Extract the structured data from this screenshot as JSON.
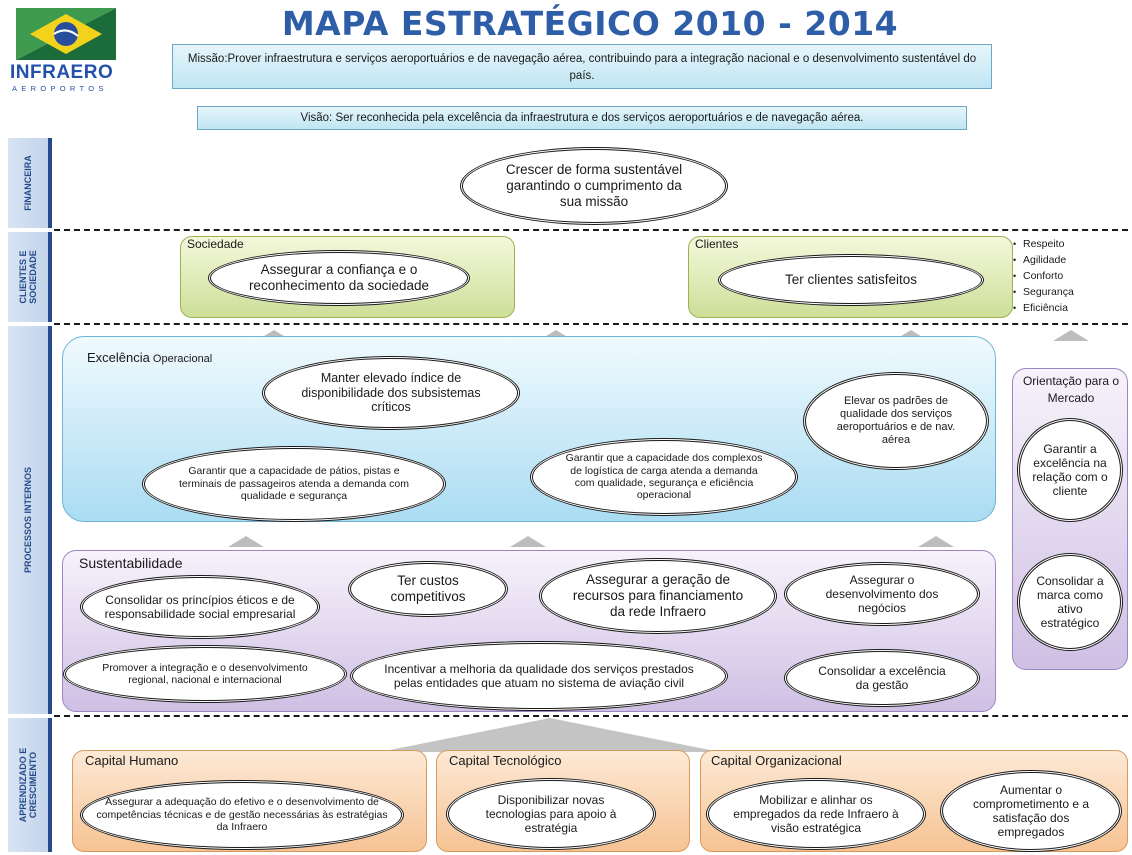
{
  "header": {
    "title": "MAPA ESTRATÉGICO 2010 - 2014",
    "logo_text": "INFRAERO",
    "logo_sub": "AEROPORTOS",
    "missao": "Missão:Prover infraestrutura  e serviços aeroportuários e de navegação aérea, contribuindo para a integração nacional e o desenvolvimento sustentável do país.",
    "visao": "Visão: Ser reconhecida pela excelência da infraestrutura e dos serviços aeroportuários e de navegação aérea."
  },
  "perspectives": {
    "financeira": "FINANCEIRA",
    "clientes_l1": "CLIENTES E",
    "clientes_l2": "SOCIEDADE",
    "processos": "PROCESSOS INTERNOS",
    "aprendizado_l1": "APRENDIZADO E",
    "aprendizado_l2": "CRESCIMENTO"
  },
  "financeira": {
    "objective": "Crescer de forma sustentável garantindo o cumprimento da sua missão"
  },
  "clientes": {
    "sociedade_label": "Sociedade",
    "sociedade_objective": "Assegurar a confiança e o reconhecimento da sociedade",
    "clientes_label": "Clientes",
    "clientes_objective": "Ter clientes satisfeitos",
    "attributes": [
      "Respeito",
      "Agilidade",
      "Conforto",
      "Segurança",
      "Eficiência"
    ]
  },
  "excelencia": {
    "label_bold": "Excelência",
    "label_rest": " Operacional",
    "obj_disponibilidade": "Manter elevado índice de disponibilidade dos subsistemas críticos",
    "obj_padroes": "Elevar os padrões de qualidade dos serviços aeroportuários e de nav. aérea",
    "obj_patios": "Garantir que a capacidade de pátios, pistas e terminais de passageiros atenda a demanda com qualidade e segurança",
    "obj_carga": "Garantir que a capacidade dos complexos de logística de carga atenda a demanda com qualidade, segurança e eficiência operacional"
  },
  "mercado": {
    "label": "Orientação para o Mercado",
    "obj_excelencia": "Garantir a excelência na relação com o cliente",
    "obj_marca": "Consolidar a marca como ativo estratégico"
  },
  "sustentabilidade": {
    "label": "Sustentabilidade",
    "obj_eticos": "Consolidar os princípios éticos e de responsabilidade social empresarial",
    "obj_custos": "Ter custos competitivos",
    "obj_recursos": "Assegurar a geração de recursos para financiamento da rede Infraero",
    "obj_negocios": "Assegurar o desenvolvimento dos negócios",
    "obj_integracao": "Promover a integração e o desenvolvimento regional, nacional e internacional",
    "obj_qualidade": "Incentivar a melhoria da qualidade dos serviços prestados pelas entidades que atuam no sistema de aviação civil",
    "obj_gestao": "Consolidar a excelência da gestão"
  },
  "aprendizado": {
    "humano_label": "Capital Humano",
    "humano_obj": "Assegurar a adequação do efetivo e o desenvolvimento de competências técnicas e de gestão necessárias às estratégias da Infraero",
    "tecnologico_label": "Capital Tecnológico",
    "tecnologico_obj": "Disponibilizar novas tecnologias para apoio à estratégia",
    "organizacional_label": "Capital  Organizacional",
    "organizacional_obj1": "Mobilizar e alinhar  os empregados da rede Infraero à visão estratégica",
    "organizacional_obj2": "Aumentar o comprometimento e a satisfação dos empregados"
  }
}
